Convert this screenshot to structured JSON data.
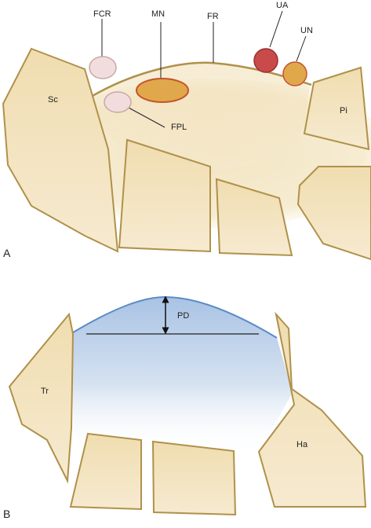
{
  "panel_a": {
    "letter": "A",
    "labels": {
      "fcr": "FCR",
      "mn": "MN",
      "fr": "FR",
      "ua": "UA",
      "un": "UN",
      "sc": "Sc",
      "pi": "Pi",
      "fpl": "FPL"
    }
  },
  "panel_b": {
    "letter": "B",
    "labels": {
      "pd": "PD",
      "tr": "Tr",
      "ha": "Ha"
    }
  },
  "colors": {
    "bone_fill": "#f2e3bd",
    "bone_outline": "#b0914a",
    "canal_blue": "#b4cbe6",
    "canal_outline": "#5a8cc8",
    "ulnar_artery": "#c94a4a",
    "ulnar_nerve": "#e0a84a",
    "median_nerve": "#e0a84a",
    "tendon_fill": "#f1dddd"
  }
}
